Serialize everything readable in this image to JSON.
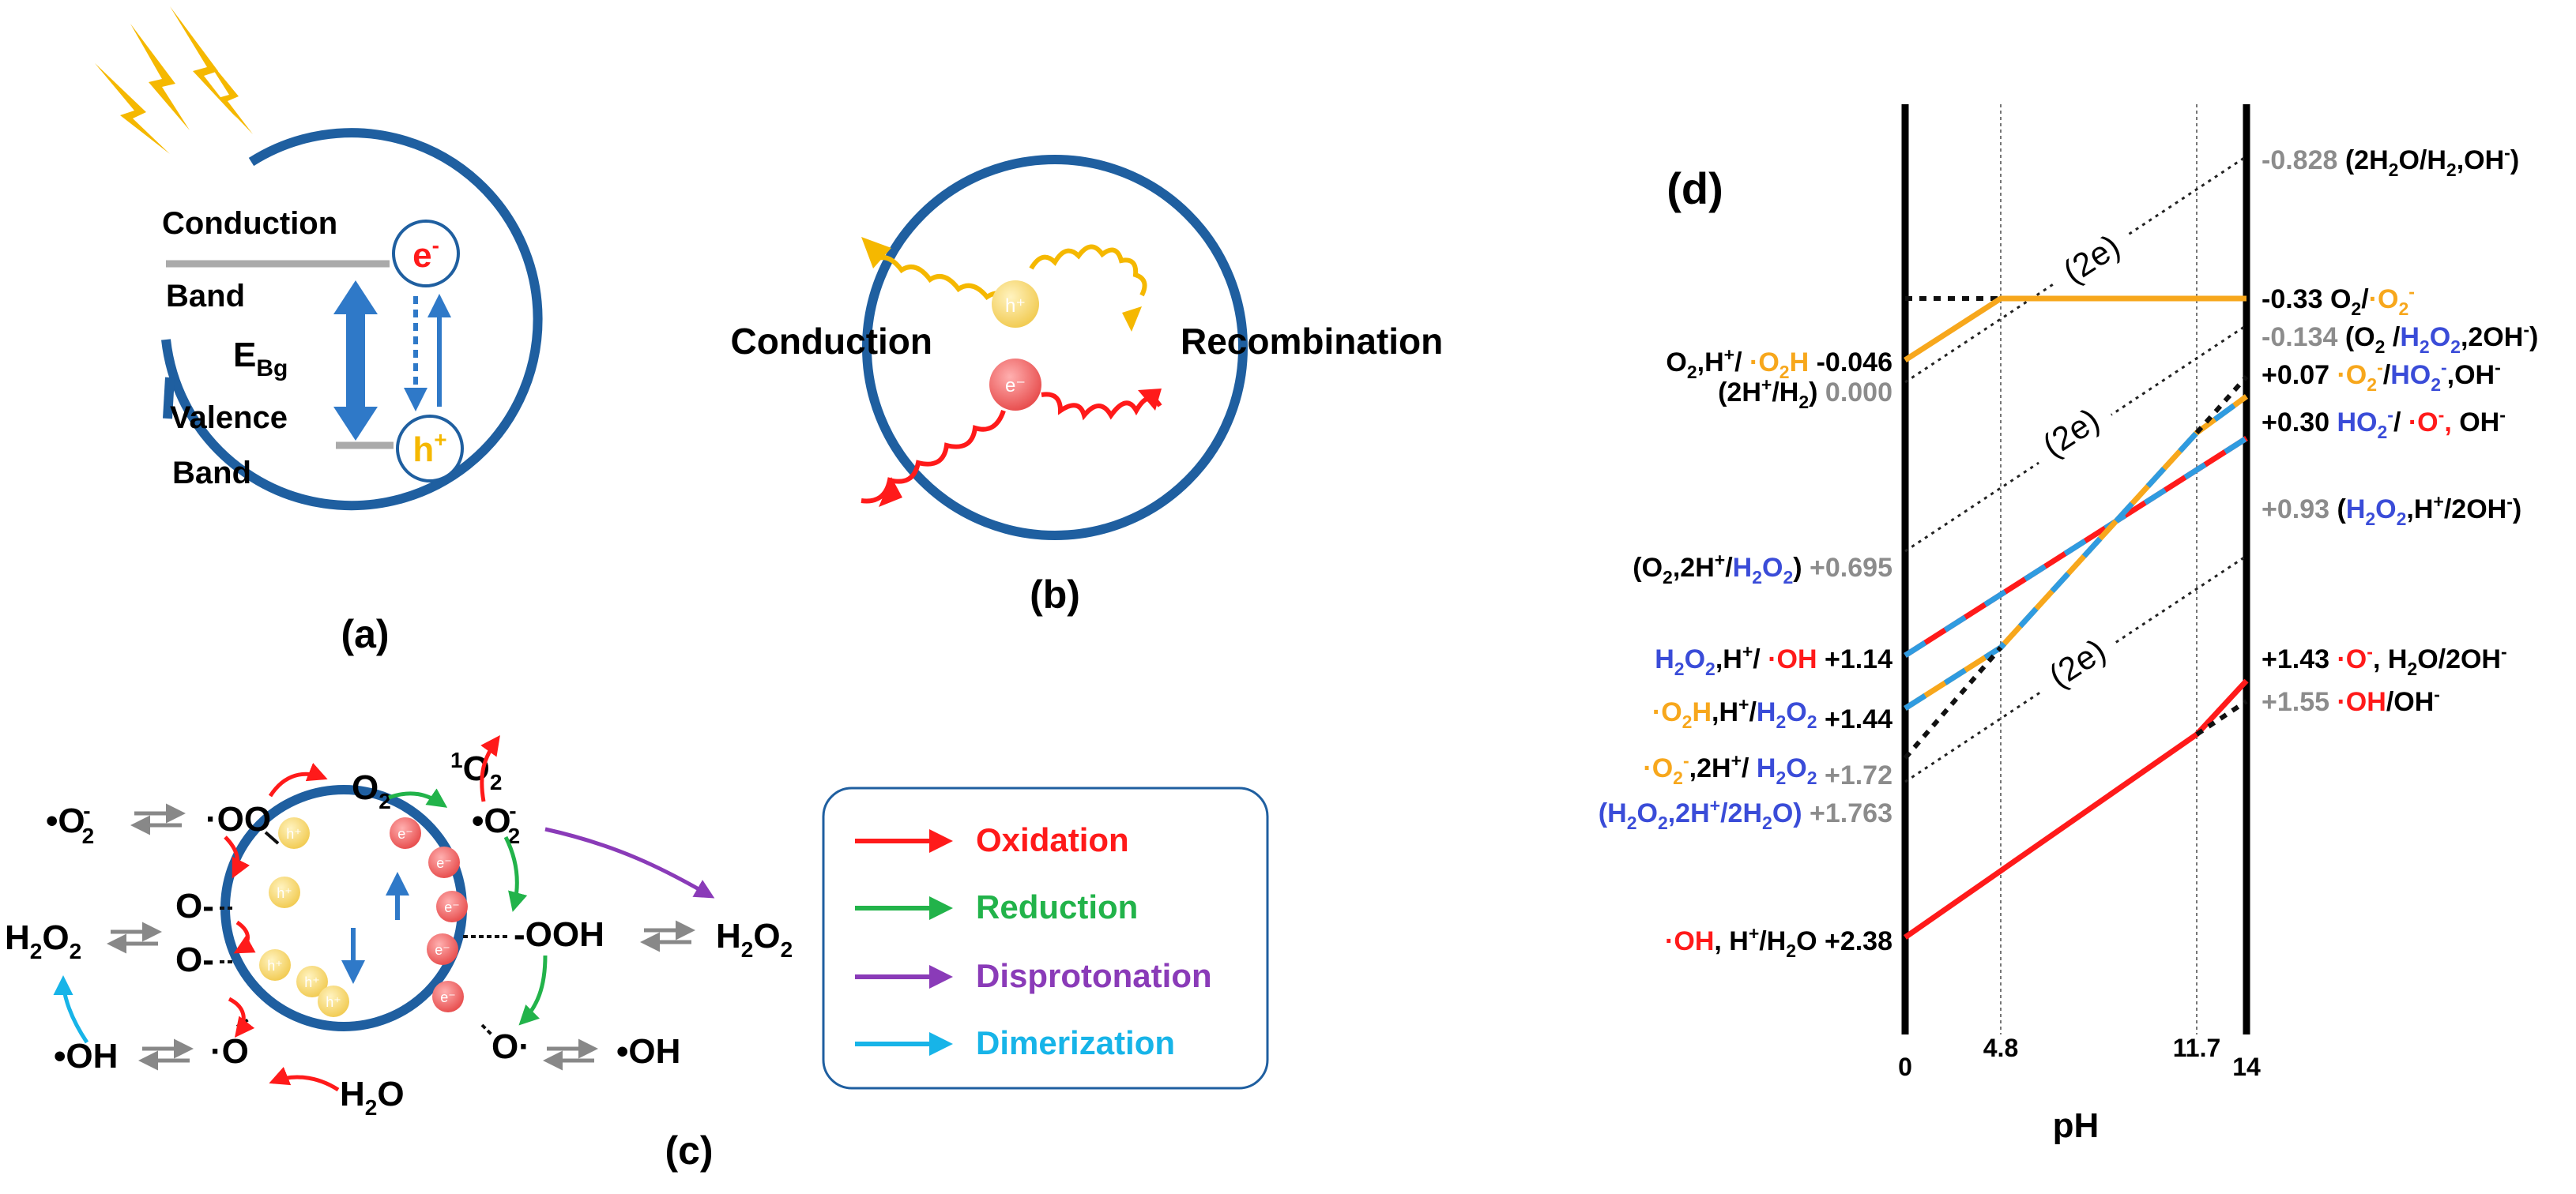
{
  "colors": {
    "ring": "#1f5fa0",
    "blue_arrow": "#2f79c8",
    "grey": "#999999",
    "gold": "#f5b800",
    "red": "#ff1a1a",
    "green": "#22b34a",
    "purple": "#8a3bb8",
    "cyan": "#17b4e8",
    "orange": "#f7a71c",
    "label_blue": "#3a4cd8",
    "eq_grey": "#8c8c8c"
  },
  "panel_a": {
    "label": "(a)",
    "conduction_1": "Conduction",
    "conduction_2": "Band",
    "valence_1": "Valence",
    "valence_2": "Band",
    "gap_main": "E",
    "gap_sub": "Bg",
    "electron": "e",
    "electron_sup": "-",
    "hole": "h",
    "hole_sup": "+"
  },
  "panel_b": {
    "label": "(b)",
    "left": "Conduction",
    "right": "Recombination",
    "hole": "h⁺",
    "electron": "e⁻"
  },
  "panel_c": {
    "label": "(c)",
    "singlet_sup": "1",
    "singlet_o": "O",
    "singlet_sub": "2",
    "superoxide_left": "•O",
    "superoxide_left_sub": "2",
    "superoxide_left_sup": "-",
    "peroxyl": "·OO",
    "o2_main": "O",
    "o2_sub": "2",
    "superoxide_right": "•O",
    "superoxide_right_sub": "2",
    "superoxide_right_sup": "-",
    "ooh": "-OOH",
    "h2o2_right": "H",
    "h2o2_right_rest": "O",
    "two": "2",
    "h2o2_left": "H",
    "o_upper": "O-",
    "o_lower": "O-",
    "oh_left": "•OH",
    "o_dot_left": "·O",
    "o_dot_right": "O·",
    "oh_right": "•OH",
    "water": "H",
    "water_rest": "O",
    "holes": [
      "h⁺",
      "h⁺",
      "h⁺",
      "h⁺",
      "h⁺"
    ],
    "electrons": [
      "e⁻",
      "e⁻",
      "e⁻",
      "e⁻",
      "e⁻"
    ],
    "legend": [
      {
        "label": "Oxidation",
        "color": "#ff1a1a"
      },
      {
        "label": "Reduction",
        "color": "#22b34a"
      },
      {
        "label": "Disprotonation",
        "color": "#8a3bb8"
      },
      {
        "label": "Dimerization",
        "color": "#17b4e8"
      }
    ]
  },
  "panel_d": {
    "label": "(d)",
    "x_title": "pH",
    "x_ticks": [
      "0",
      "4.8",
      "11.7",
      "14"
    ],
    "two_e": "(2e)",
    "left": [
      {
        "value": "-0.046",
        "value_color": "#000000",
        "parts": [
          [
            "O",
            "#000"
          ],
          [
            "2",
            "#000",
            "sub"
          ],
          [
            ",H",
            "#000"
          ],
          [
            "+",
            "#000",
            "sup"
          ],
          [
            "/",
            "#000"
          ],
          [
            " ·O",
            "#f7a71c"
          ],
          [
            "2",
            "#f7a71c",
            "sub"
          ],
          [
            "H",
            "#f7a71c"
          ]
        ]
      },
      {
        "value": "0.000",
        "value_color": "#8c8c8c",
        "parts": [
          [
            "(2H",
            "#000"
          ],
          [
            "+",
            "#000",
            "sup"
          ],
          [
            "/H",
            "#000"
          ],
          [
            "2",
            "#000",
            "sub"
          ],
          [
            ")",
            "#000"
          ]
        ]
      },
      {
        "value": "+0.695",
        "value_color": "#8c8c8c",
        "parts": [
          [
            "(O",
            "#000"
          ],
          [
            "2",
            "#000",
            "sub"
          ],
          [
            ",2H",
            "#000"
          ],
          [
            "+",
            "#000",
            "sup"
          ],
          [
            "/",
            "#000"
          ],
          [
            "H",
            "#3a4cd8"
          ],
          [
            "2",
            "#3a4cd8",
            "sub"
          ],
          [
            "O",
            "#3a4cd8"
          ],
          [
            "2",
            "#3a4cd8",
            "sub"
          ],
          [
            ")",
            "#000"
          ]
        ]
      },
      {
        "value": "+1.14",
        "value_color": "#000000",
        "parts": [
          [
            "H",
            "#3a4cd8"
          ],
          [
            "2",
            "#3a4cd8",
            "sub"
          ],
          [
            "O",
            "#3a4cd8"
          ],
          [
            "2",
            "#3a4cd8",
            "sub"
          ],
          [
            ",H",
            "#000"
          ],
          [
            "+",
            "#000",
            "sup"
          ],
          [
            "/ ",
            "#000"
          ],
          [
            "·OH",
            "#ff1a1a"
          ]
        ]
      },
      {
        "value": "+1.44",
        "value_color": "#000000",
        "parts": [
          [
            "·O",
            "#f7a71c"
          ],
          [
            "2",
            "#f7a71c",
            "sub"
          ],
          [
            "H",
            "#f7a71c"
          ],
          [
            ",H",
            "#000"
          ],
          [
            "+",
            "#000",
            "sup"
          ],
          [
            "/",
            "#000"
          ],
          [
            "H",
            "#3a4cd8"
          ],
          [
            "2",
            "#3a4cd8",
            "sub"
          ],
          [
            "O",
            "#3a4cd8"
          ],
          [
            "2",
            "#3a4cd8",
            "sub"
          ]
        ]
      },
      {
        "value": "+1.72",
        "value_color": "#8c8c8c",
        "parts": [
          [
            "·O",
            "#f7a71c"
          ],
          [
            "2",
            "#f7a71c",
            "sub"
          ],
          [
            "-",
            "#f7a71c",
            "sup"
          ],
          [
            ",2H",
            "#000"
          ],
          [
            "+",
            "#000",
            "sup"
          ],
          [
            "/ ",
            "#000"
          ],
          [
            "H",
            "#3a4cd8"
          ],
          [
            "2",
            "#3a4cd8",
            "sub"
          ],
          [
            "O",
            "#3a4cd8"
          ],
          [
            "2",
            "#3a4cd8",
            "sub"
          ]
        ]
      },
      {
        "value": "+1.763",
        "value_color": "#8c8c8c",
        "parts": [
          [
            "(H",
            "#3a4cd8"
          ],
          [
            "2",
            "#3a4cd8",
            "sub"
          ],
          [
            "O",
            "#3a4cd8"
          ],
          [
            "2",
            "#3a4cd8",
            "sub"
          ],
          [
            ",2H",
            "#3a4cd8"
          ],
          [
            "+",
            "#3a4cd8",
            "sup"
          ],
          [
            "/2H",
            "#3a4cd8"
          ],
          [
            "2",
            "#3a4cd8",
            "sub"
          ],
          [
            "O)",
            "#3a4cd8"
          ]
        ]
      },
      {
        "value": "+2.38",
        "value_color": "#000000",
        "parts": [
          [
            "·OH",
            "#ff1a1a"
          ],
          [
            ", H",
            "#000"
          ],
          [
            "+",
            "#000",
            "sup"
          ],
          [
            "/H",
            "#000"
          ],
          [
            "2",
            "#000",
            "sub"
          ],
          [
            "O",
            "#000"
          ]
        ]
      }
    ],
    "right": [
      {
        "value": "-0.828",
        "value_color": "#8c8c8c",
        "parts": [
          [
            "(2H",
            "#000"
          ],
          [
            "2",
            "#000",
            "sub"
          ],
          [
            "O/H",
            "#000"
          ],
          [
            "2",
            "#000",
            "sub"
          ],
          [
            ",OH",
            "#000"
          ],
          [
            "-",
            "#000",
            "sup"
          ],
          [
            ")",
            "#000"
          ]
        ]
      },
      {
        "value": "-0.33",
        "value_color": "#000000",
        "parts": [
          [
            "O",
            "#000"
          ],
          [
            "2",
            "#000",
            "sub"
          ],
          [
            "/",
            "#000"
          ],
          [
            "·O",
            "#f7a71c"
          ],
          [
            "2",
            "#f7a71c",
            "sub"
          ],
          [
            "-",
            "#f7a71c",
            "sup"
          ]
        ]
      },
      {
        "value": "-0.134",
        "value_color": "#8c8c8c",
        "parts": [
          [
            "(O",
            "#000"
          ],
          [
            "2",
            "#000",
            "sub"
          ],
          [
            " /",
            "#000"
          ],
          [
            "H",
            "#3a4cd8"
          ],
          [
            "2",
            "#3a4cd8",
            "sub"
          ],
          [
            "O",
            "#3a4cd8"
          ],
          [
            "2",
            "#3a4cd8",
            "sub"
          ],
          [
            ",2OH",
            "#000"
          ],
          [
            "-",
            "#000",
            "sup"
          ],
          [
            ")",
            "#000"
          ]
        ]
      },
      {
        "value": "+0.07",
        "value_color": "#000000",
        "parts": [
          [
            " ·O",
            "#f7a71c"
          ],
          [
            "2",
            "#f7a71c",
            "sub"
          ],
          [
            "-",
            "#f7a71c",
            "sup"
          ],
          [
            "/",
            "#000"
          ],
          [
            "HO",
            "#3a4cd8"
          ],
          [
            "2",
            "#3a4cd8",
            "sub"
          ],
          [
            "-",
            "#3a4cd8",
            "sup"
          ],
          [
            ",OH",
            "#000"
          ],
          [
            "-",
            "#000",
            "sup"
          ]
        ]
      },
      {
        "value": "+0.30",
        "value_color": "#000000",
        "parts": [
          [
            " HO",
            "#3a4cd8"
          ],
          [
            "2",
            "#3a4cd8",
            "sub"
          ],
          [
            "-",
            "#3a4cd8",
            "sup"
          ],
          [
            "/ ",
            "#000"
          ],
          [
            "·O",
            "#ff1a1a"
          ],
          [
            "-",
            "#ff1a1a",
            "sup"
          ],
          [
            ",",
            "#ff1a1a"
          ],
          [
            " OH",
            "#000"
          ],
          [
            "-",
            "#000",
            "sup"
          ]
        ]
      },
      {
        "value": "+0.93",
        "value_color": "#8c8c8c",
        "parts": [
          [
            "(",
            "#000"
          ],
          [
            "H",
            "#3a4cd8"
          ],
          [
            "2",
            "#3a4cd8",
            "sub"
          ],
          [
            "O",
            "#3a4cd8"
          ],
          [
            "2",
            "#3a4cd8",
            "sub"
          ],
          [
            ",H",
            "#000"
          ],
          [
            "+",
            "#000",
            "sup"
          ],
          [
            "/2OH",
            "#000"
          ],
          [
            "-",
            "#000",
            "sup"
          ],
          [
            ")",
            "#000"
          ]
        ]
      },
      {
        "value": "+1.43",
        "value_color": "#000000",
        "parts": [
          [
            " ·O",
            "#ff1a1a"
          ],
          [
            "-",
            "#ff1a1a",
            "sup"
          ],
          [
            ", H",
            "#000"
          ],
          [
            "2",
            "#000",
            "sub"
          ],
          [
            "O/2OH",
            "#000"
          ],
          [
            "-",
            "#000",
            "sup"
          ]
        ]
      },
      {
        "value": "+1.55",
        "value_color": "#8c8c8c",
        "parts": [
          [
            " ·OH",
            "#ff1a1a"
          ],
          [
            "/OH",
            "#000"
          ],
          [
            "-",
            "#000",
            "sup"
          ]
        ]
      }
    ]
  }
}
